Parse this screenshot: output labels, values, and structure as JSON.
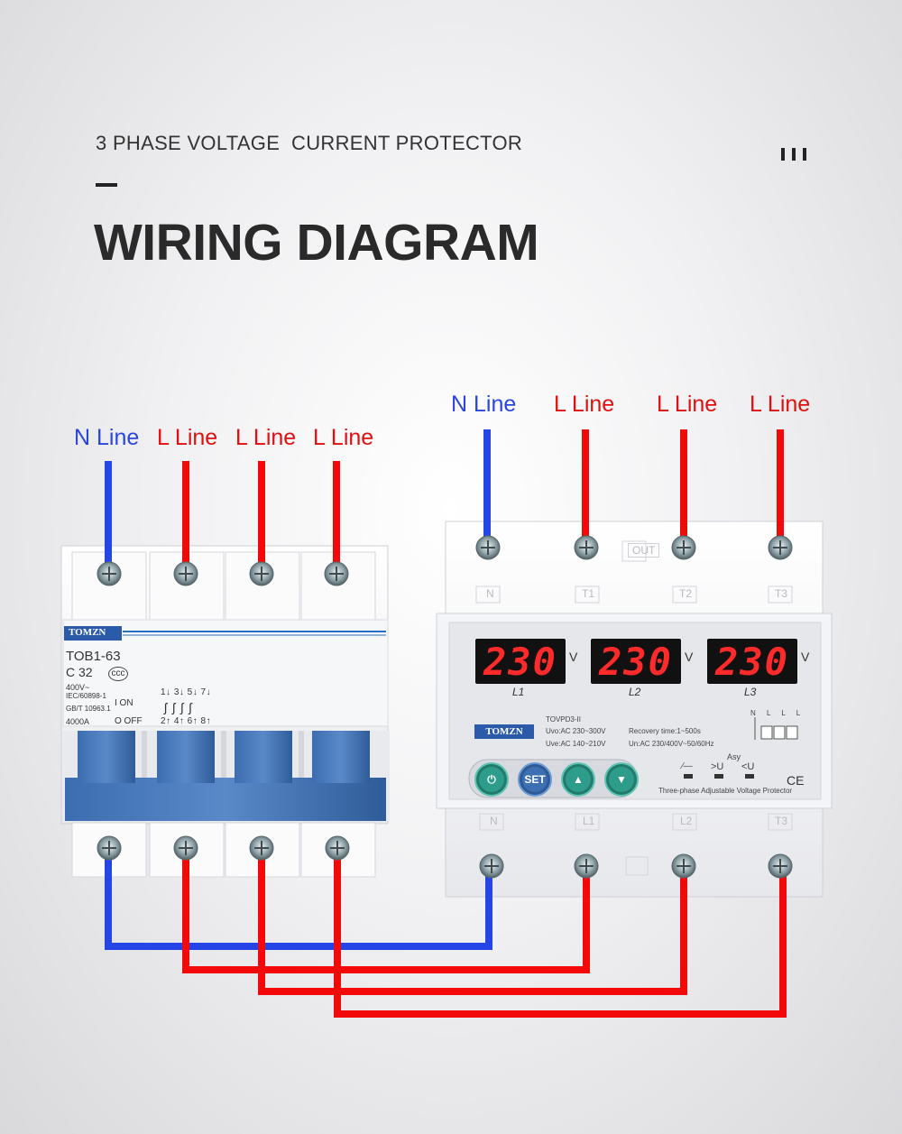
{
  "header": {
    "subtitle": "3 PHASE VOLTAGE  CURRENT PROTECTOR",
    "title": "WIRING DIAGRAM"
  },
  "breaker_labels": [
    "N Line",
    "L Line",
    "L Line",
    "L Line"
  ],
  "protector_labels": [
    "N Line",
    "L Line",
    "L Line",
    "L Line"
  ],
  "breaker": {
    "brand": "TOMZN",
    "model": "TOB1-63",
    "rating": "C 32",
    "voltage": "400V~",
    "std1": "IEC/60898-1",
    "std2": "GB/T 10963.1",
    "capacity": "4000A",
    "on_label": "I  ON",
    "off_label": "O OFF",
    "top_pole_numbers": "1↓ 3↓ 5↓ 7↓",
    "bottom_pole_numbers": "2↑ 4↑ 6↑ 8↑"
  },
  "protector": {
    "brand": "TOMZN",
    "out_label": "OUT",
    "top_terminals": [
      "N",
      "T1",
      "T2",
      "T3"
    ],
    "bottom_terminals": [
      "N",
      "L1",
      "L2",
      "T3"
    ],
    "displays": [
      {
        "value": "230",
        "unit": "V",
        "name": "L1"
      },
      {
        "value": "230",
        "unit": "V",
        "name": "L2"
      },
      {
        "value": "230",
        "unit": "V",
        "name": "L3"
      }
    ],
    "model": "TOVPD3-II",
    "uvo": "Uvo:AC 230~300V",
    "uve": "Uve:AC 140~210V",
    "recovery": "Recovery time:1~500s",
    "un": "Un:AC 230/400V~50/60Hz",
    "buttons": [
      "power",
      "SET",
      "up",
      "down"
    ],
    "set_label": "SET",
    "asy_label": "Asy",
    "over_u": ">U",
    "under_u": "<U",
    "description": "Three-phase Adjustable Voltage Protector",
    "ce": "CE",
    "nlll": "N L L L"
  },
  "colors": {
    "neutral": "#2545e6",
    "live": "#f20a0a"
  }
}
